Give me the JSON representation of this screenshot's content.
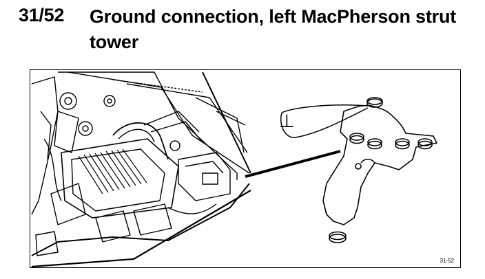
{
  "section": {
    "code": "31/52",
    "title": "Ground connection, left MacPherson strut tower"
  },
  "figure": {
    "number": "31-52",
    "ground_symbol": "⊥"
  }
}
